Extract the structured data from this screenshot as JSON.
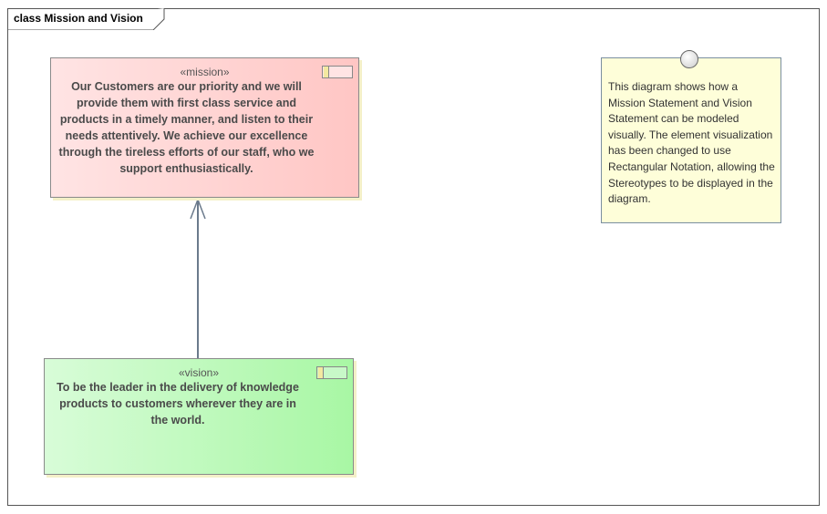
{
  "diagram": {
    "title": "class Mission and Vision"
  },
  "mission": {
    "stereotype": "«mission»",
    "text": "Our Customers are our priority and we will provide them with first class service and products in a timely manner, and listen to their needs attentively. We achieve our excellence through the tireless efforts of our staff, who we support enthusiastically."
  },
  "vision": {
    "stereotype": "«vision»",
    "text": "To be the leader in the delivery of knowledge products to customers wherever they are in the world."
  },
  "note": {
    "text": "This diagram shows how a Mission Statement and Vision Statement can be modeled visually. The element visualization has been changed to use Rectangular Notation, allowing the Stereotypes to be displayed in the diagram."
  }
}
